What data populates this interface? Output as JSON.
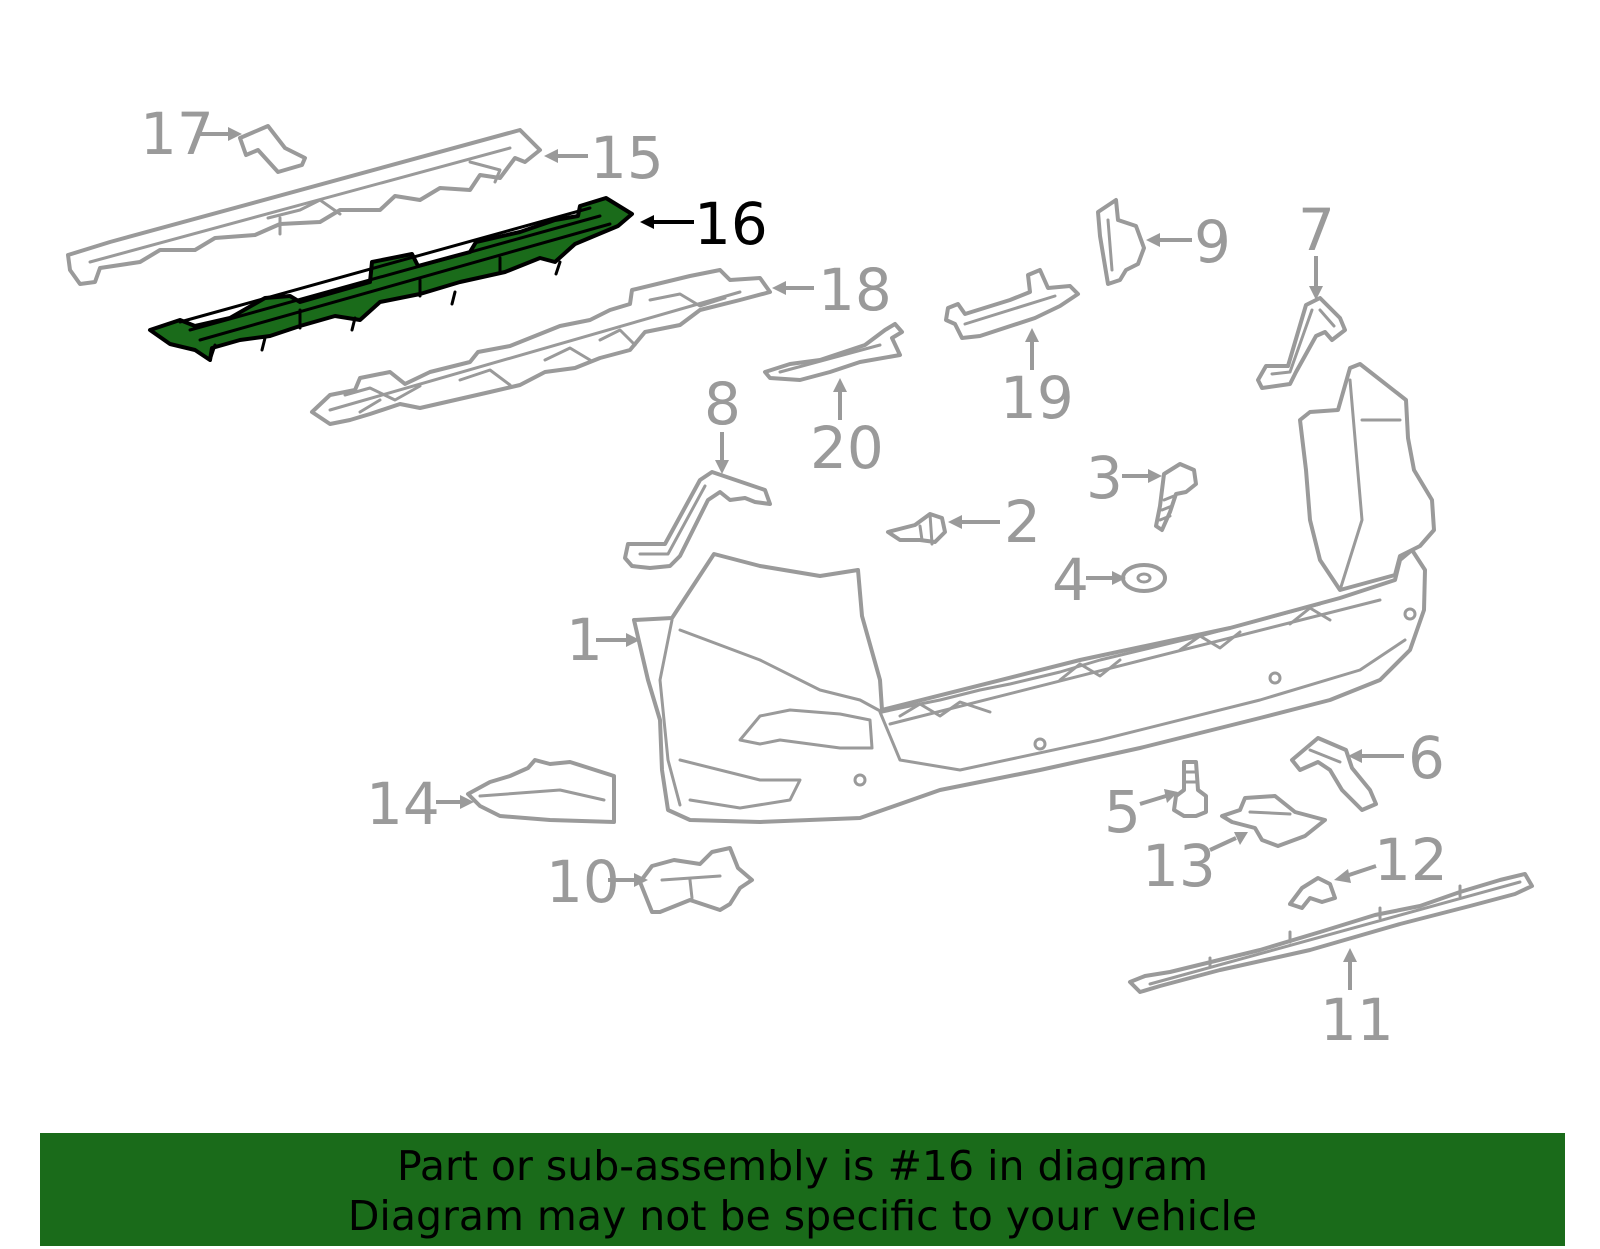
{
  "diagram": {
    "highlighted_part": "16",
    "callouts": [
      "1",
      "2",
      "3",
      "4",
      "5",
      "6",
      "7",
      "8",
      "9",
      "10",
      "11",
      "12",
      "13",
      "14",
      "15",
      "16",
      "17",
      "18",
      "19",
      "20"
    ]
  },
  "banner": {
    "line1": "Part or sub-assembly is #16 in diagram",
    "line2": "Diagram may not be specific to your vehicle"
  },
  "colors": {
    "highlight": "#1a6b1a",
    "line_art": "#9a9a9a",
    "active_label": "#000000"
  }
}
